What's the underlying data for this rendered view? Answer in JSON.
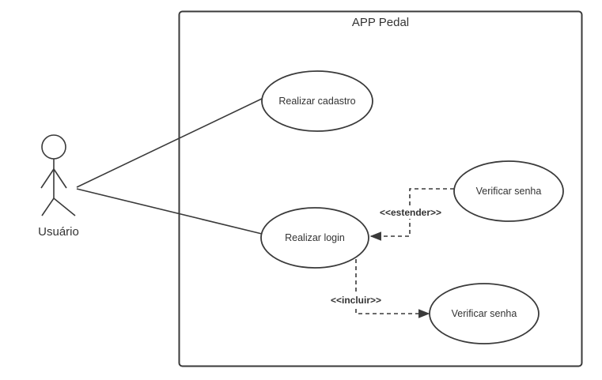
{
  "system": {
    "title": "APP Pedal"
  },
  "actor": {
    "name": "Usuário"
  },
  "use_cases": {
    "cadastro": "Realizar cadastro",
    "login": "Realizar login",
    "verificar_senha_extend": "Verificar senha",
    "verificar_senha_include": "Verificar senha"
  },
  "relations": {
    "extend_label": "<<estender>>",
    "include_label": "<<incluir>>"
  },
  "colors": {
    "stroke": "#3a3a3a",
    "text": "#333333",
    "background": "#ffffff"
  }
}
